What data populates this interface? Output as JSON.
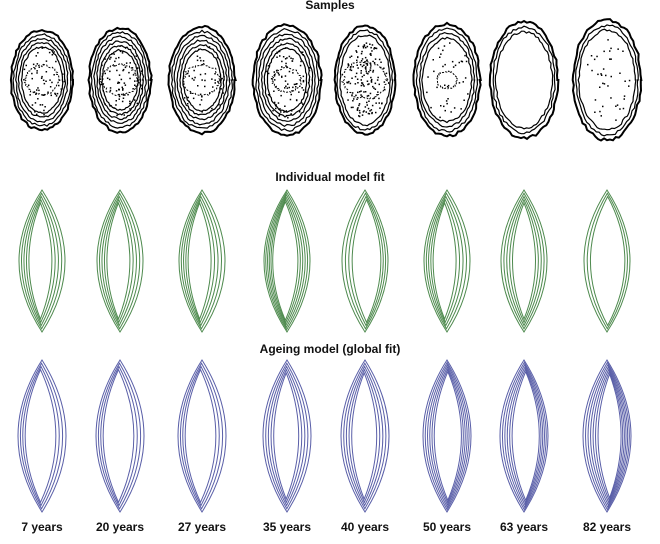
{
  "rows": {
    "samples": {
      "title": "Samples"
    },
    "individual": {
      "title": "Individual model fit"
    },
    "ageing": {
      "title": "Ageing model (global fit)"
    }
  },
  "ages": [
    "7 years",
    "20 years",
    "27 years",
    "35 years",
    "40 years",
    "50 years",
    "63 years",
    "82 years"
  ],
  "colors": {
    "samples": "#000000",
    "individual": "#4e8a4e",
    "ageing": "#5a5fa8"
  }
}
